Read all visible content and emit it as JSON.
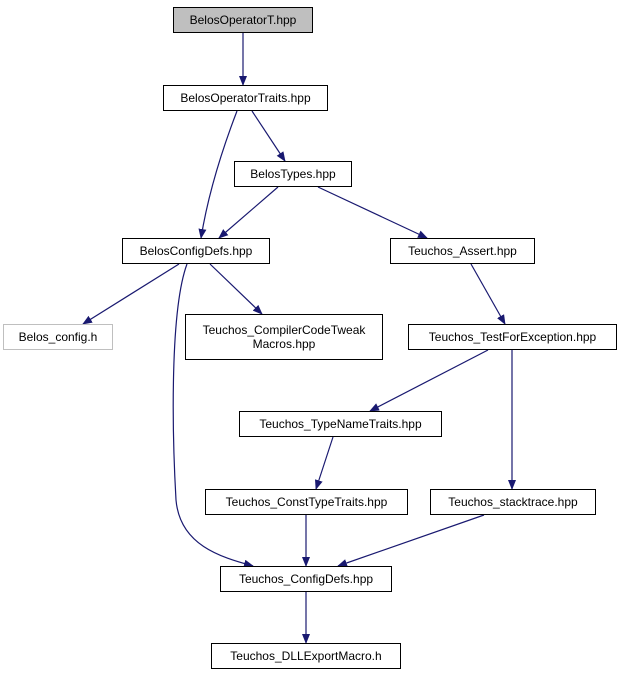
{
  "diagram": {
    "colors": {
      "edge": "#191970",
      "node_border": "#000000",
      "current_fill": "#bfbfbf",
      "external_border": "#bfbfbf"
    },
    "nodes": [
      {
        "id": "belos_operator_t",
        "label": "BelosOperatorT.hpp",
        "kind": "current"
      },
      {
        "id": "belos_operator_traits",
        "label": "BelosOperatorTraits.hpp"
      },
      {
        "id": "belos_types",
        "label": "BelosTypes.hpp"
      },
      {
        "id": "belos_config_defs",
        "label": "BelosConfigDefs.hpp"
      },
      {
        "id": "teuchos_assert",
        "label": "Teuchos_Assert.hpp"
      },
      {
        "id": "belos_config_h",
        "label": "Belos_config.h",
        "kind": "external"
      },
      {
        "id": "teuchos_compiler_code_tweak",
        "label": "Teuchos_CompilerCodeTweak\nMacros.hpp"
      },
      {
        "id": "teuchos_test_for_exception",
        "label": "Teuchos_TestForException.hpp"
      },
      {
        "id": "teuchos_type_name_traits",
        "label": "Teuchos_TypeNameTraits.hpp"
      },
      {
        "id": "teuchos_const_type_traits",
        "label": "Teuchos_ConstTypeTraits.hpp"
      },
      {
        "id": "teuchos_stacktrace",
        "label": "Teuchos_stacktrace.hpp"
      },
      {
        "id": "teuchos_config_defs",
        "label": "Teuchos_ConfigDefs.hpp"
      },
      {
        "id": "teuchos_dll_export_macro",
        "label": "Teuchos_DLLExportMacro.h"
      }
    ],
    "edges": [
      {
        "from": "belos_operator_t",
        "to": "belos_operator_traits"
      },
      {
        "from": "belos_operator_traits",
        "to": "belos_types"
      },
      {
        "from": "belos_operator_traits",
        "to": "belos_config_defs"
      },
      {
        "from": "belos_types",
        "to": "belos_config_defs"
      },
      {
        "from": "belos_types",
        "to": "teuchos_assert"
      },
      {
        "from": "belos_config_defs",
        "to": "belos_config_h"
      },
      {
        "from": "belos_config_defs",
        "to": "teuchos_compiler_code_tweak"
      },
      {
        "from": "belos_config_defs",
        "to": "teuchos_config_defs"
      },
      {
        "from": "teuchos_assert",
        "to": "teuchos_test_for_exception"
      },
      {
        "from": "teuchos_test_for_exception",
        "to": "teuchos_type_name_traits"
      },
      {
        "from": "teuchos_test_for_exception",
        "to": "teuchos_stacktrace"
      },
      {
        "from": "teuchos_type_name_traits",
        "to": "teuchos_const_type_traits"
      },
      {
        "from": "teuchos_const_type_traits",
        "to": "teuchos_config_defs"
      },
      {
        "from": "teuchos_stacktrace",
        "to": "teuchos_config_defs"
      },
      {
        "from": "teuchos_config_defs",
        "to": "teuchos_dll_export_macro"
      }
    ]
  }
}
